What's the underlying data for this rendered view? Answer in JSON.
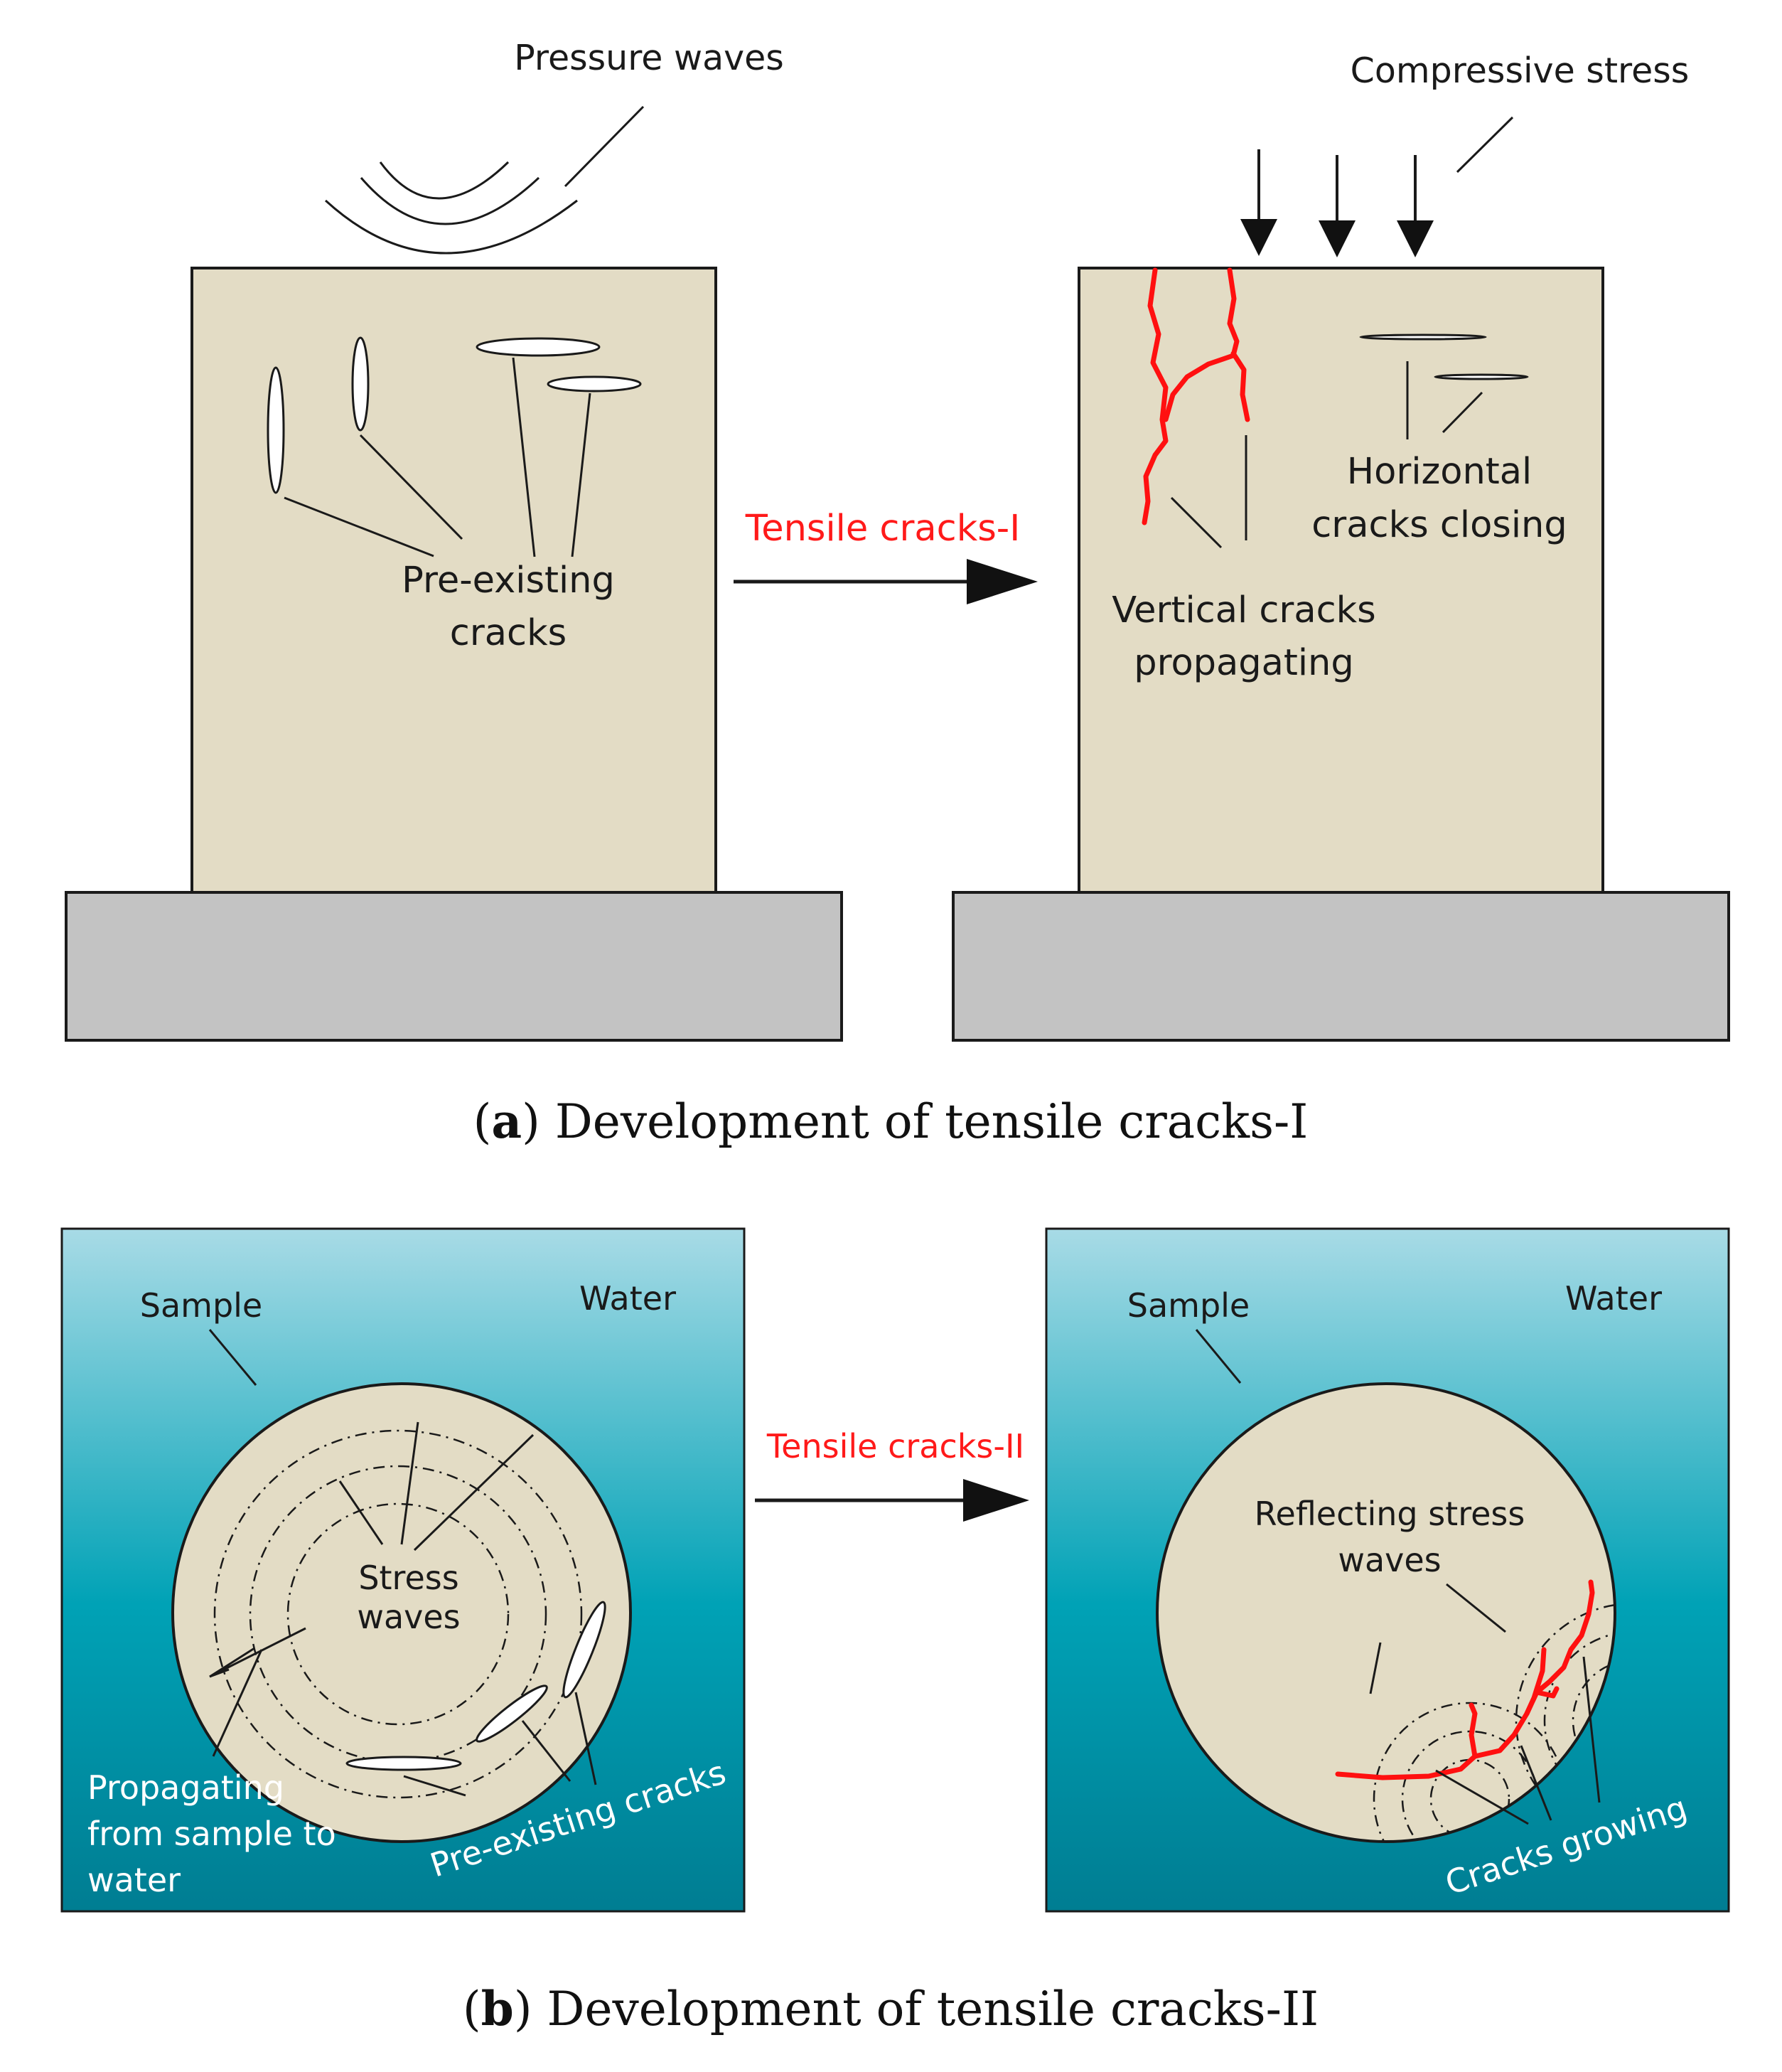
{
  "colors": {
    "specimen": "#e3dcc5",
    "base": "#c3c3c3",
    "crack_red": "#ff1010",
    "label_red": "#ff1a1a",
    "water_top": "#a8dbe6",
    "water_mid": "#00a2b6",
    "water_bottom": "#007d92"
  },
  "panel_a": {
    "pressure_waves": "Pressure waves",
    "compressive_stress": "Compressive stress",
    "pre_existing_line1": "Pre-existing",
    "pre_existing_line2": "cracks",
    "arrow_label": "Tensile cracks-I",
    "horizontal_line1": "Horizontal",
    "horizontal_line2": "cracks closing",
    "vertical_line1": "Vertical cracks",
    "vertical_line2": "propagating",
    "caption_letter": "a",
    "caption_text": " Development of tensile cracks-I"
  },
  "panel_b": {
    "sample_left": "Sample",
    "water_left": "Water",
    "stress_line1": "Stress",
    "stress_line2": "waves",
    "propagating_line1": "Propagating",
    "propagating_line2": "from sample to",
    "propagating_line3": "water",
    "pre_existing": "Pre-existing cracks",
    "arrow_label": "Tensile cracks-II",
    "sample_right": "Sample",
    "water_right": "Water",
    "reflecting_line1": "Reflecting stress",
    "reflecting_line2": "waves",
    "cracks_growing": "Cracks growing",
    "caption_letter": "b",
    "caption_text": " Development of tensile cracks-II"
  }
}
